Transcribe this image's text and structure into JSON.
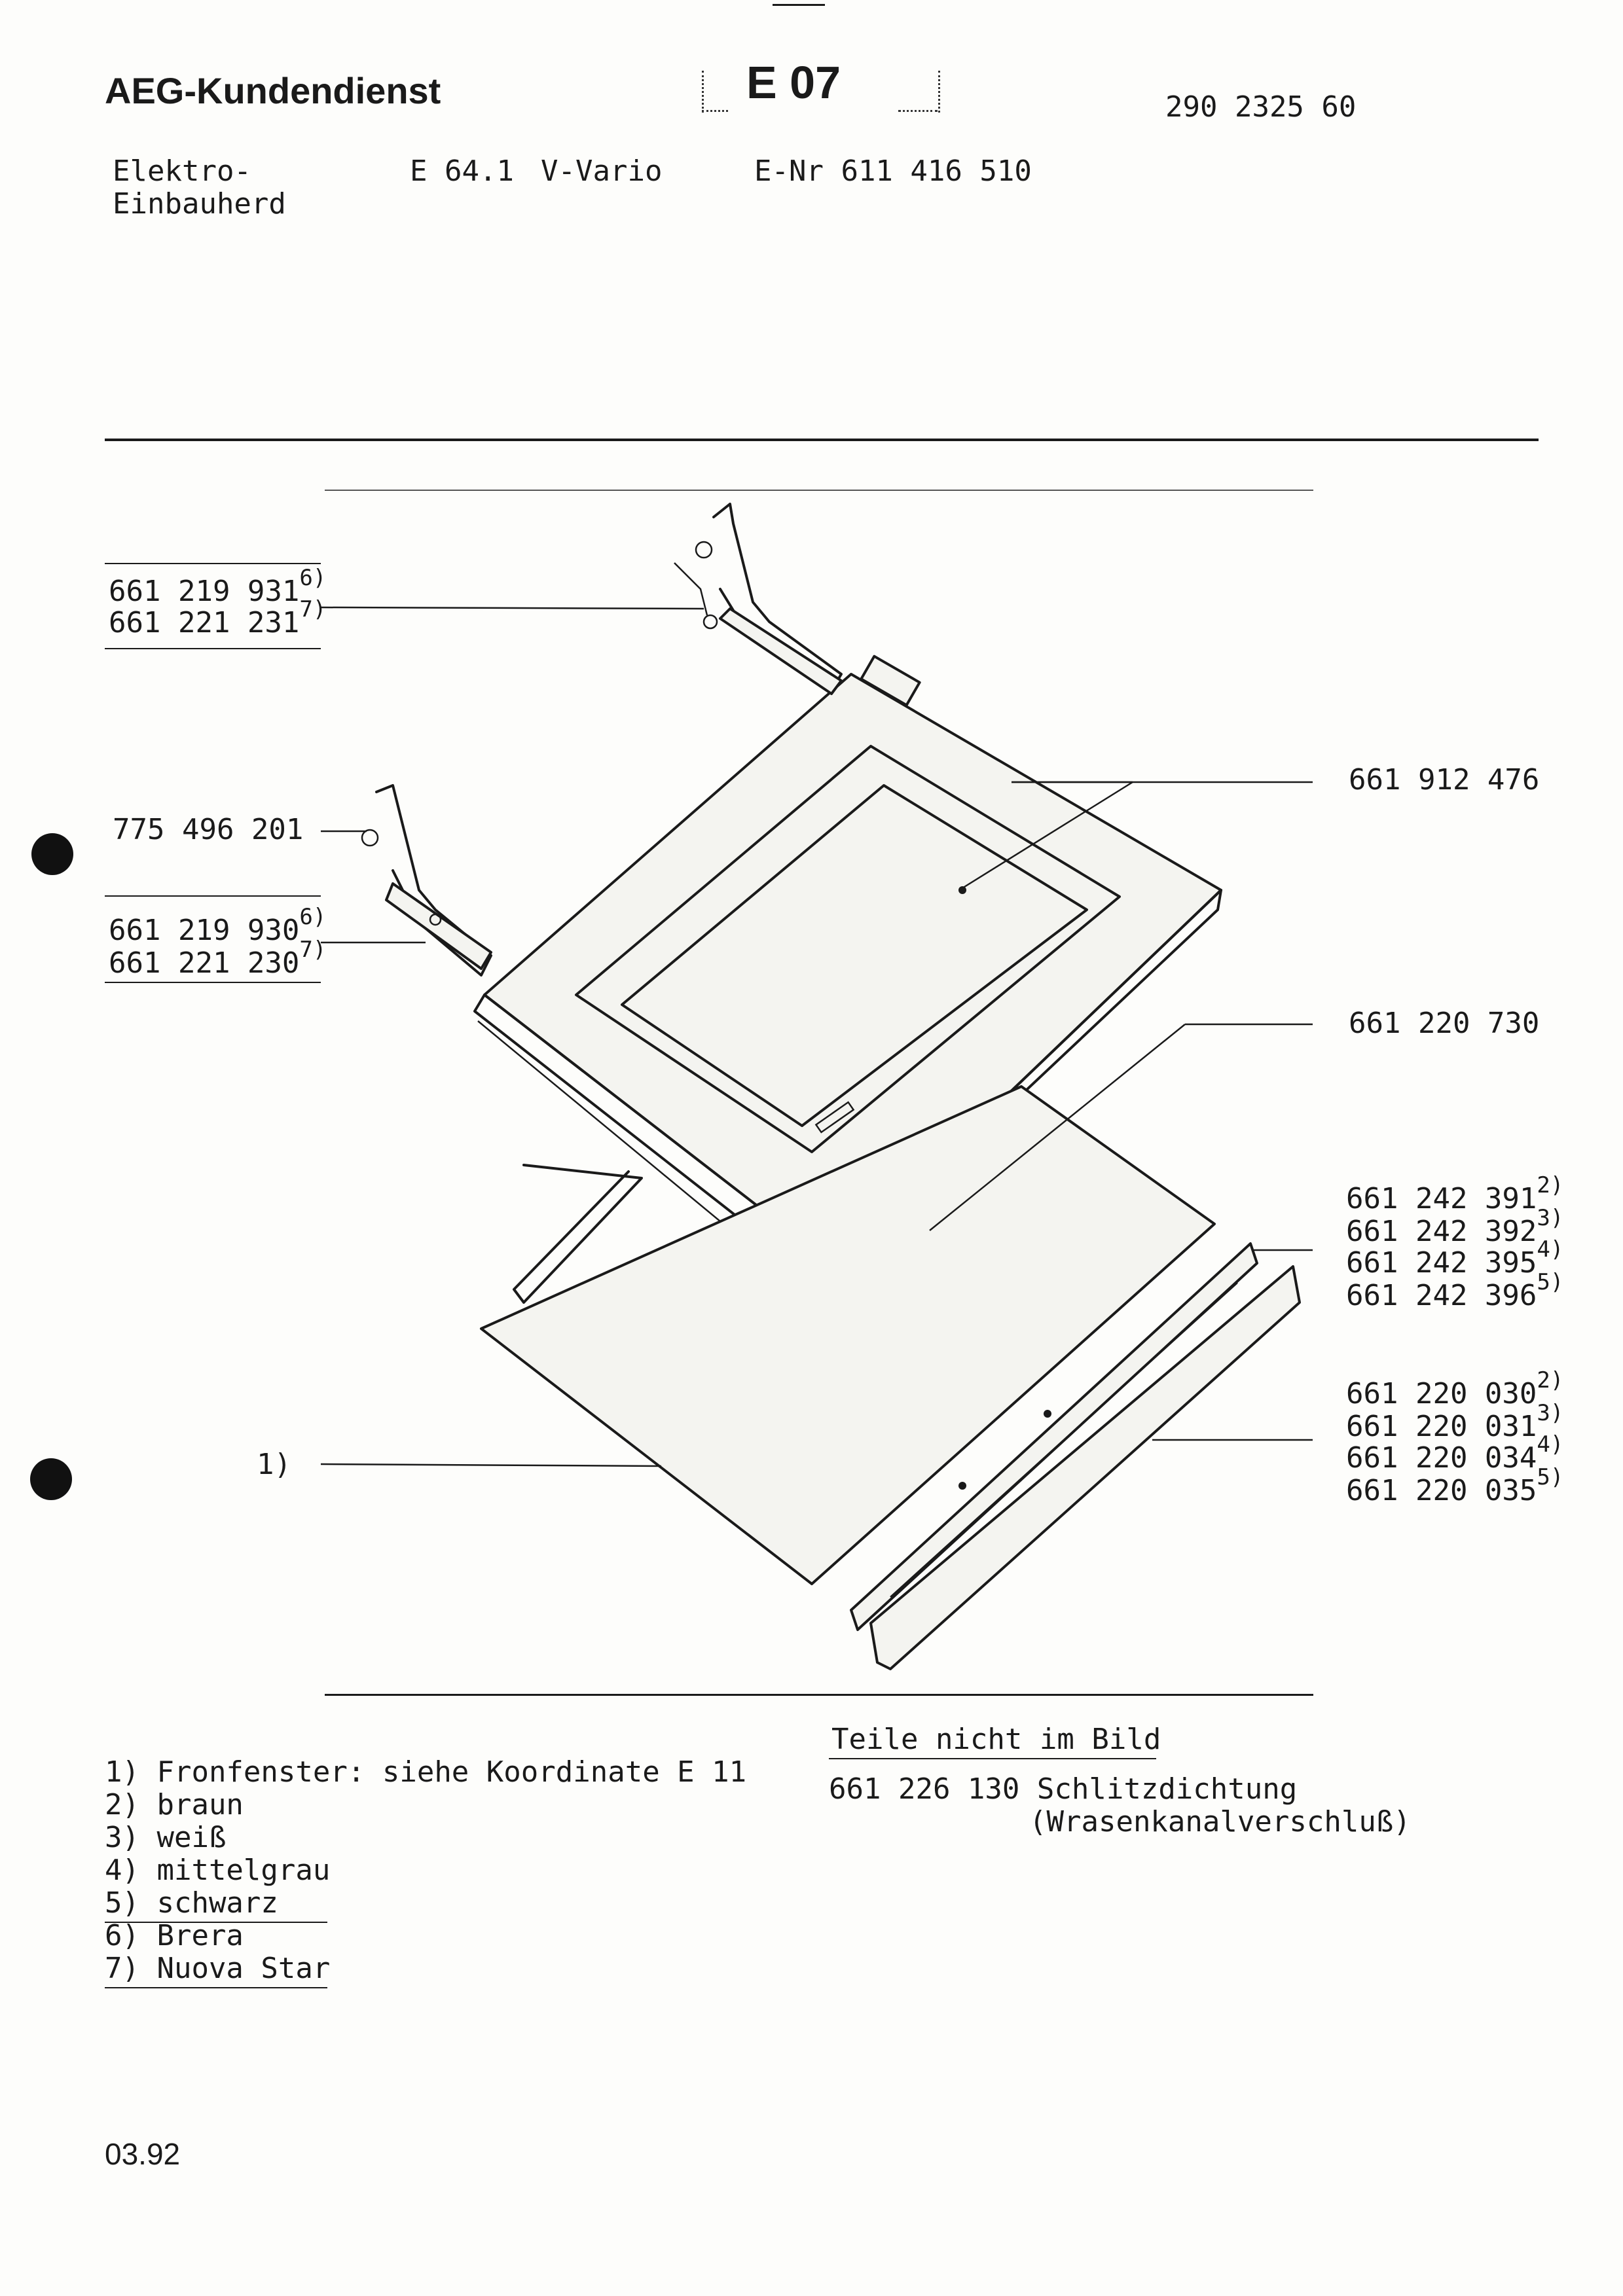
{
  "header": {
    "brand": "AEG-Kundendienst",
    "section_code": "E 07",
    "doc_number": "290 2325 60",
    "product_type_line1": "Elektro-",
    "product_type_line2": "Einbauherd",
    "model": "E 64.1",
    "variant": "V-Vario",
    "enr": "E-Nr 611 416 510"
  },
  "callouts": {
    "hinge_top": [
      {
        "part": "661 219 931",
        "note": "6)"
      },
      {
        "part": "661 221 231",
        "note": "7)"
      }
    ],
    "screw": {
      "part": "775 496 201"
    },
    "hinge_bottom": [
      {
        "part": "661 219 930",
        "note": "6)"
      },
      {
        "part": "661 221 230",
        "note": "7)"
      }
    ],
    "door_panel": {
      "part": "661 912 476"
    },
    "glass": {
      "part": "661 220 730"
    },
    "handle": [
      {
        "part": "661 242 391",
        "note": "2)"
      },
      {
        "part": "661 242 392",
        "note": "3)"
      },
      {
        "part": "661 242 395",
        "note": "4)"
      },
      {
        "part": "661 242 396",
        "note": "5)"
      }
    ],
    "trim": [
      {
        "part": "661 220 030",
        "note": "2)"
      },
      {
        "part": "661 220 031",
        "note": "3)"
      },
      {
        "part": "661 220 034",
        "note": "4)"
      },
      {
        "part": "661 220 035",
        "note": "5)"
      }
    ],
    "front_window": {
      "label": "1)"
    }
  },
  "legend": [
    "1) Fronfenster: siehe Koordinate E 11",
    "2) braun",
    "3) weiß",
    "4) mittelgrau",
    "5) schwarz",
    "6) Brera",
    "7) Nuova Star"
  ],
  "not_shown": {
    "title": "Teile nicht im Bild",
    "line1": "661 226 130 Schlitzdichtung",
    "line2": "(Wrasenkanalverschluß)"
  },
  "footer": {
    "date": "03.92"
  }
}
